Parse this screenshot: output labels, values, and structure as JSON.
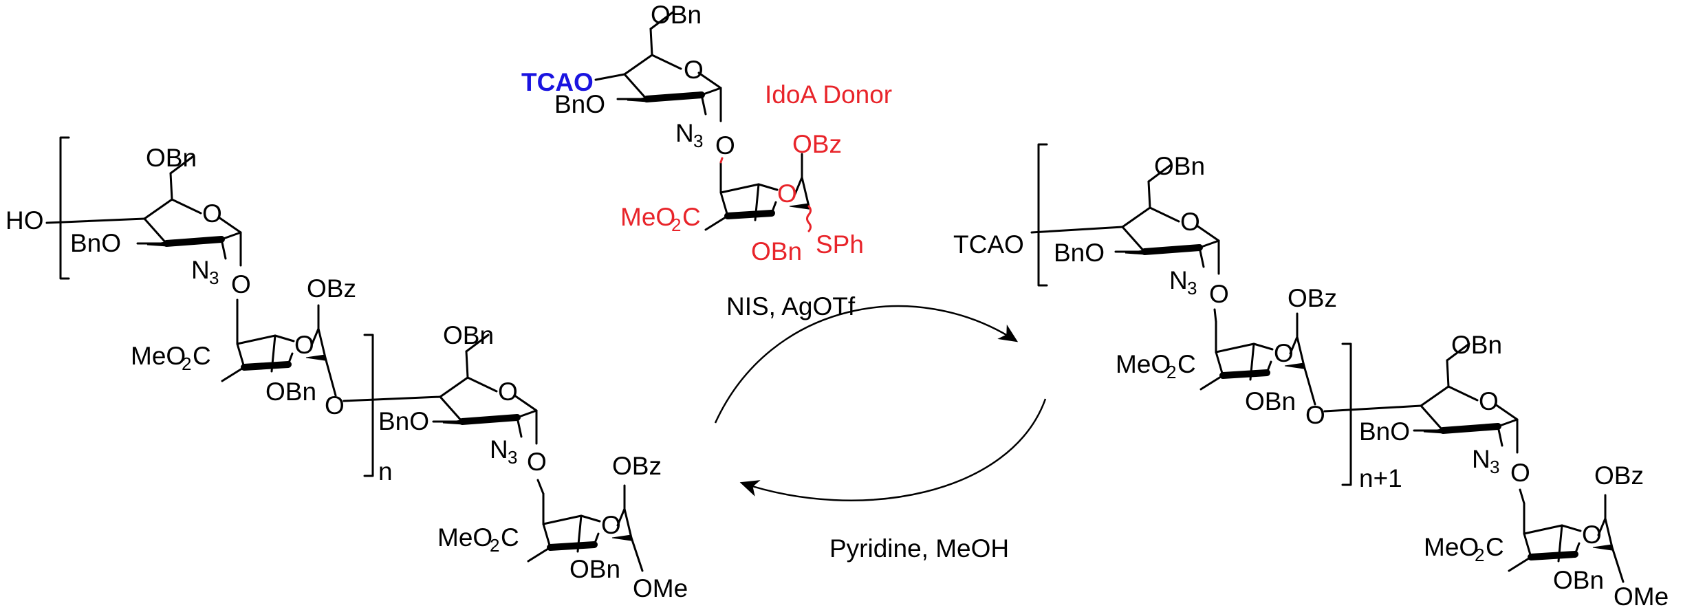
{
  "colors": {
    "black": "#000000",
    "donor_red": "#e8242a",
    "tcao_blue": "#1a14e0"
  },
  "labels": {
    "obn": "OBn",
    "o": "O",
    "bno": "BnO",
    "n": "N",
    "sub3": "3",
    "obz": "OBz",
    "meo": "MeO",
    "sub2": "2",
    "c": "C",
    "ome": "OMe",
    "ho": "HO",
    "tcao": "TCAO",
    "sph": "SPh"
  },
  "repeat_left": "n",
  "repeat_right": "n+1",
  "donor_title": "IdoA Donor",
  "reagents_forward": "NIS, AgOTf",
  "reagents_reverse": "Pyridine, MeOH"
}
